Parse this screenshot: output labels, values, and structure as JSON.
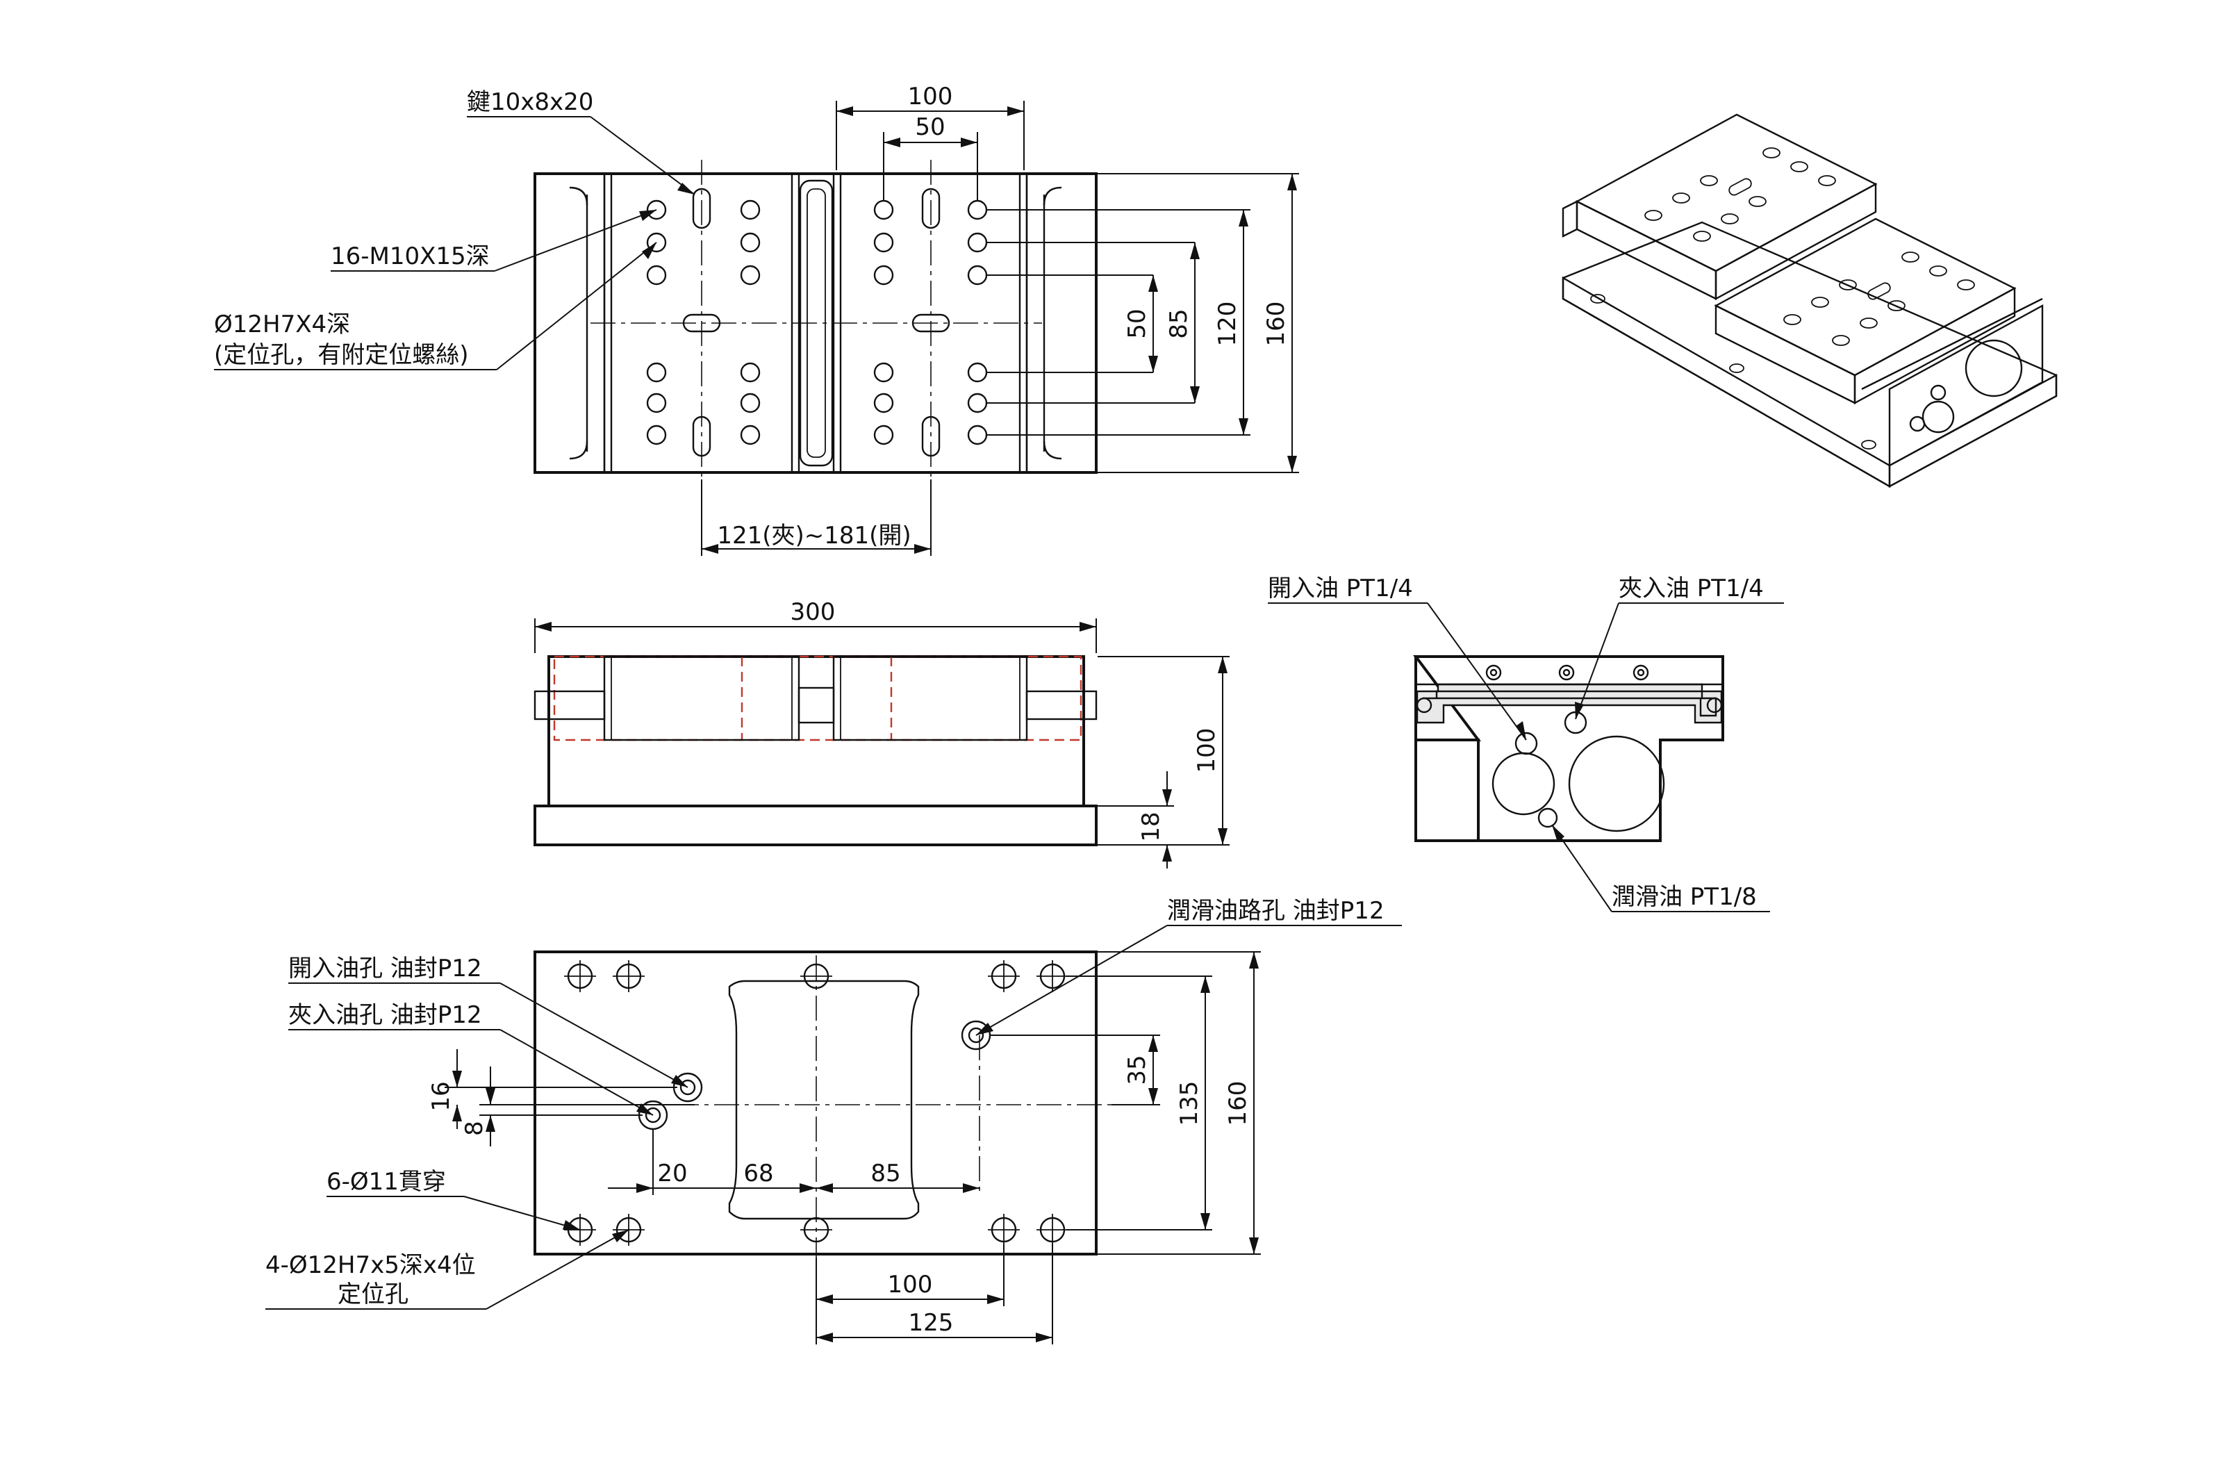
{
  "top_view": {
    "key_label": "鍵10x8x20",
    "thread_label": "16-M10X15深",
    "locating_hole_label": "Ø12H7X4深",
    "locating_hole_note": "(定位孔，有附定位螺絲)",
    "dim_100": "100",
    "dim_50": "50",
    "dim_v50": "50",
    "dim_v85": "85",
    "dim_v120": "120",
    "dim_v160": "160",
    "stroke_range": "121(夾)~181(開)"
  },
  "front_view": {
    "dim_300": "300",
    "dim_100": "100",
    "dim_18": "18"
  },
  "side_view": {
    "open_oil": "開入油  PT1/4",
    "clamp_oil": "夾入油  PT1/4",
    "lube_oil": "潤滑油  PT1/8"
  },
  "bottom_view": {
    "lube_port": "潤滑油路孔 油封P12",
    "open_port": "開入油孔 油封P12",
    "clamp_port": "夾入油孔 油封P12",
    "dim_16": "16",
    "dim_8": "8",
    "dim_20": "20",
    "dim_68": "68",
    "dim_85": "85",
    "dim_35": "35",
    "dim_135": "135",
    "dim_160": "160",
    "dim_100": "100",
    "dim_125": "125",
    "through_holes": "6-Ø11貫穿",
    "locating_holes": "4-Ø12H7x5深x4位",
    "locating_holes_note": "定位孔"
  }
}
